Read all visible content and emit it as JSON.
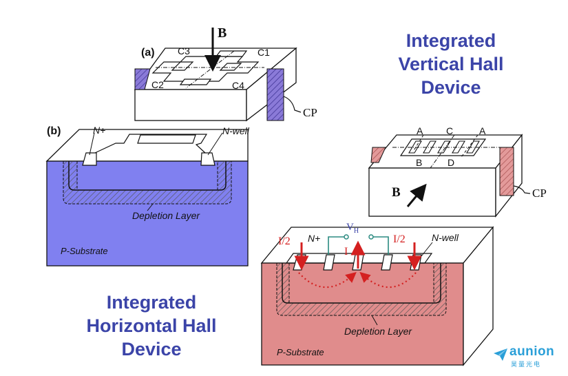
{
  "titles": {
    "vertical": [
      "Integrated",
      "Vertical Hall",
      "Device"
    ],
    "horizontal": [
      "Integrated",
      "Horizontal Hall",
      "Device"
    ]
  },
  "diagram_a": {
    "panel_label": "(a)",
    "field_label": "B",
    "contacts": [
      "C3",
      "C1",
      "C2",
      "C4"
    ],
    "cp_label": "CP"
  },
  "diagram_b": {
    "panel_label": "(b)",
    "nplus_label": "N+",
    "nwell_label": "N-well",
    "depletion_label": "Depletion Layer",
    "substrate_label": "P-Substrate"
  },
  "vertical_device": {
    "contacts_top": [
      "A",
      "C",
      "A"
    ],
    "contacts_bottom": [
      "B",
      "D"
    ],
    "field_label": "B",
    "cp_label": "CP"
  },
  "horizontal_device": {
    "current_left": "I/2",
    "current_right": "I/2",
    "current_center": "I",
    "nplus_label": "N+",
    "voltage_label": "V",
    "voltage_sub": "H",
    "nwell_label": "N-well",
    "depletion_label": "Depletion Layer",
    "substrate_label": "P-Substrate"
  },
  "logo": {
    "name": "aunion",
    "sub": "昊量光电"
  },
  "colors": {
    "title": "#3b44a8",
    "substrate_blue": "#8080f0",
    "substrate_pink": "#e08c8c",
    "current_red": "#d42020",
    "wire_teal": "#2a8a80",
    "logo_blue": "#2a9fd8"
  }
}
